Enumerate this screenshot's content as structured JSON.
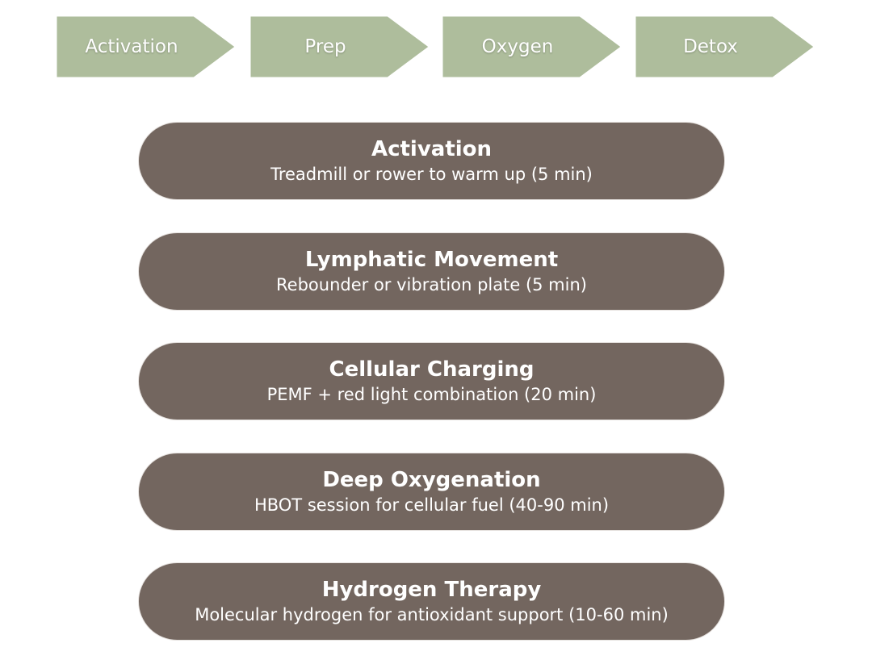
{
  "colors": {
    "chevron": "#aebd9c",
    "pill": "#73665f",
    "text": "#ffffff"
  },
  "process_steps": [
    {
      "label": "Activation"
    },
    {
      "label": "Prep"
    },
    {
      "label": "Oxygen"
    },
    {
      "label": "Detox"
    }
  ],
  "sessions": [
    {
      "title": "Activation",
      "description": "Treadmill or rower to warm up (5 min)"
    },
    {
      "title": "Lymphatic Movement",
      "description": "Rebounder or vibration plate (5 min)"
    },
    {
      "title": "Cellular Charging",
      "description": "PEMF + red light combination (20 min)"
    },
    {
      "title": "Deep Oxygenation",
      "description": "HBOT session for cellular fuel (40-90 min)"
    },
    {
      "title": "Hydrogen Therapy",
      "description": "Molecular hydrogen for antioxidant support (10-60 min)"
    }
  ]
}
